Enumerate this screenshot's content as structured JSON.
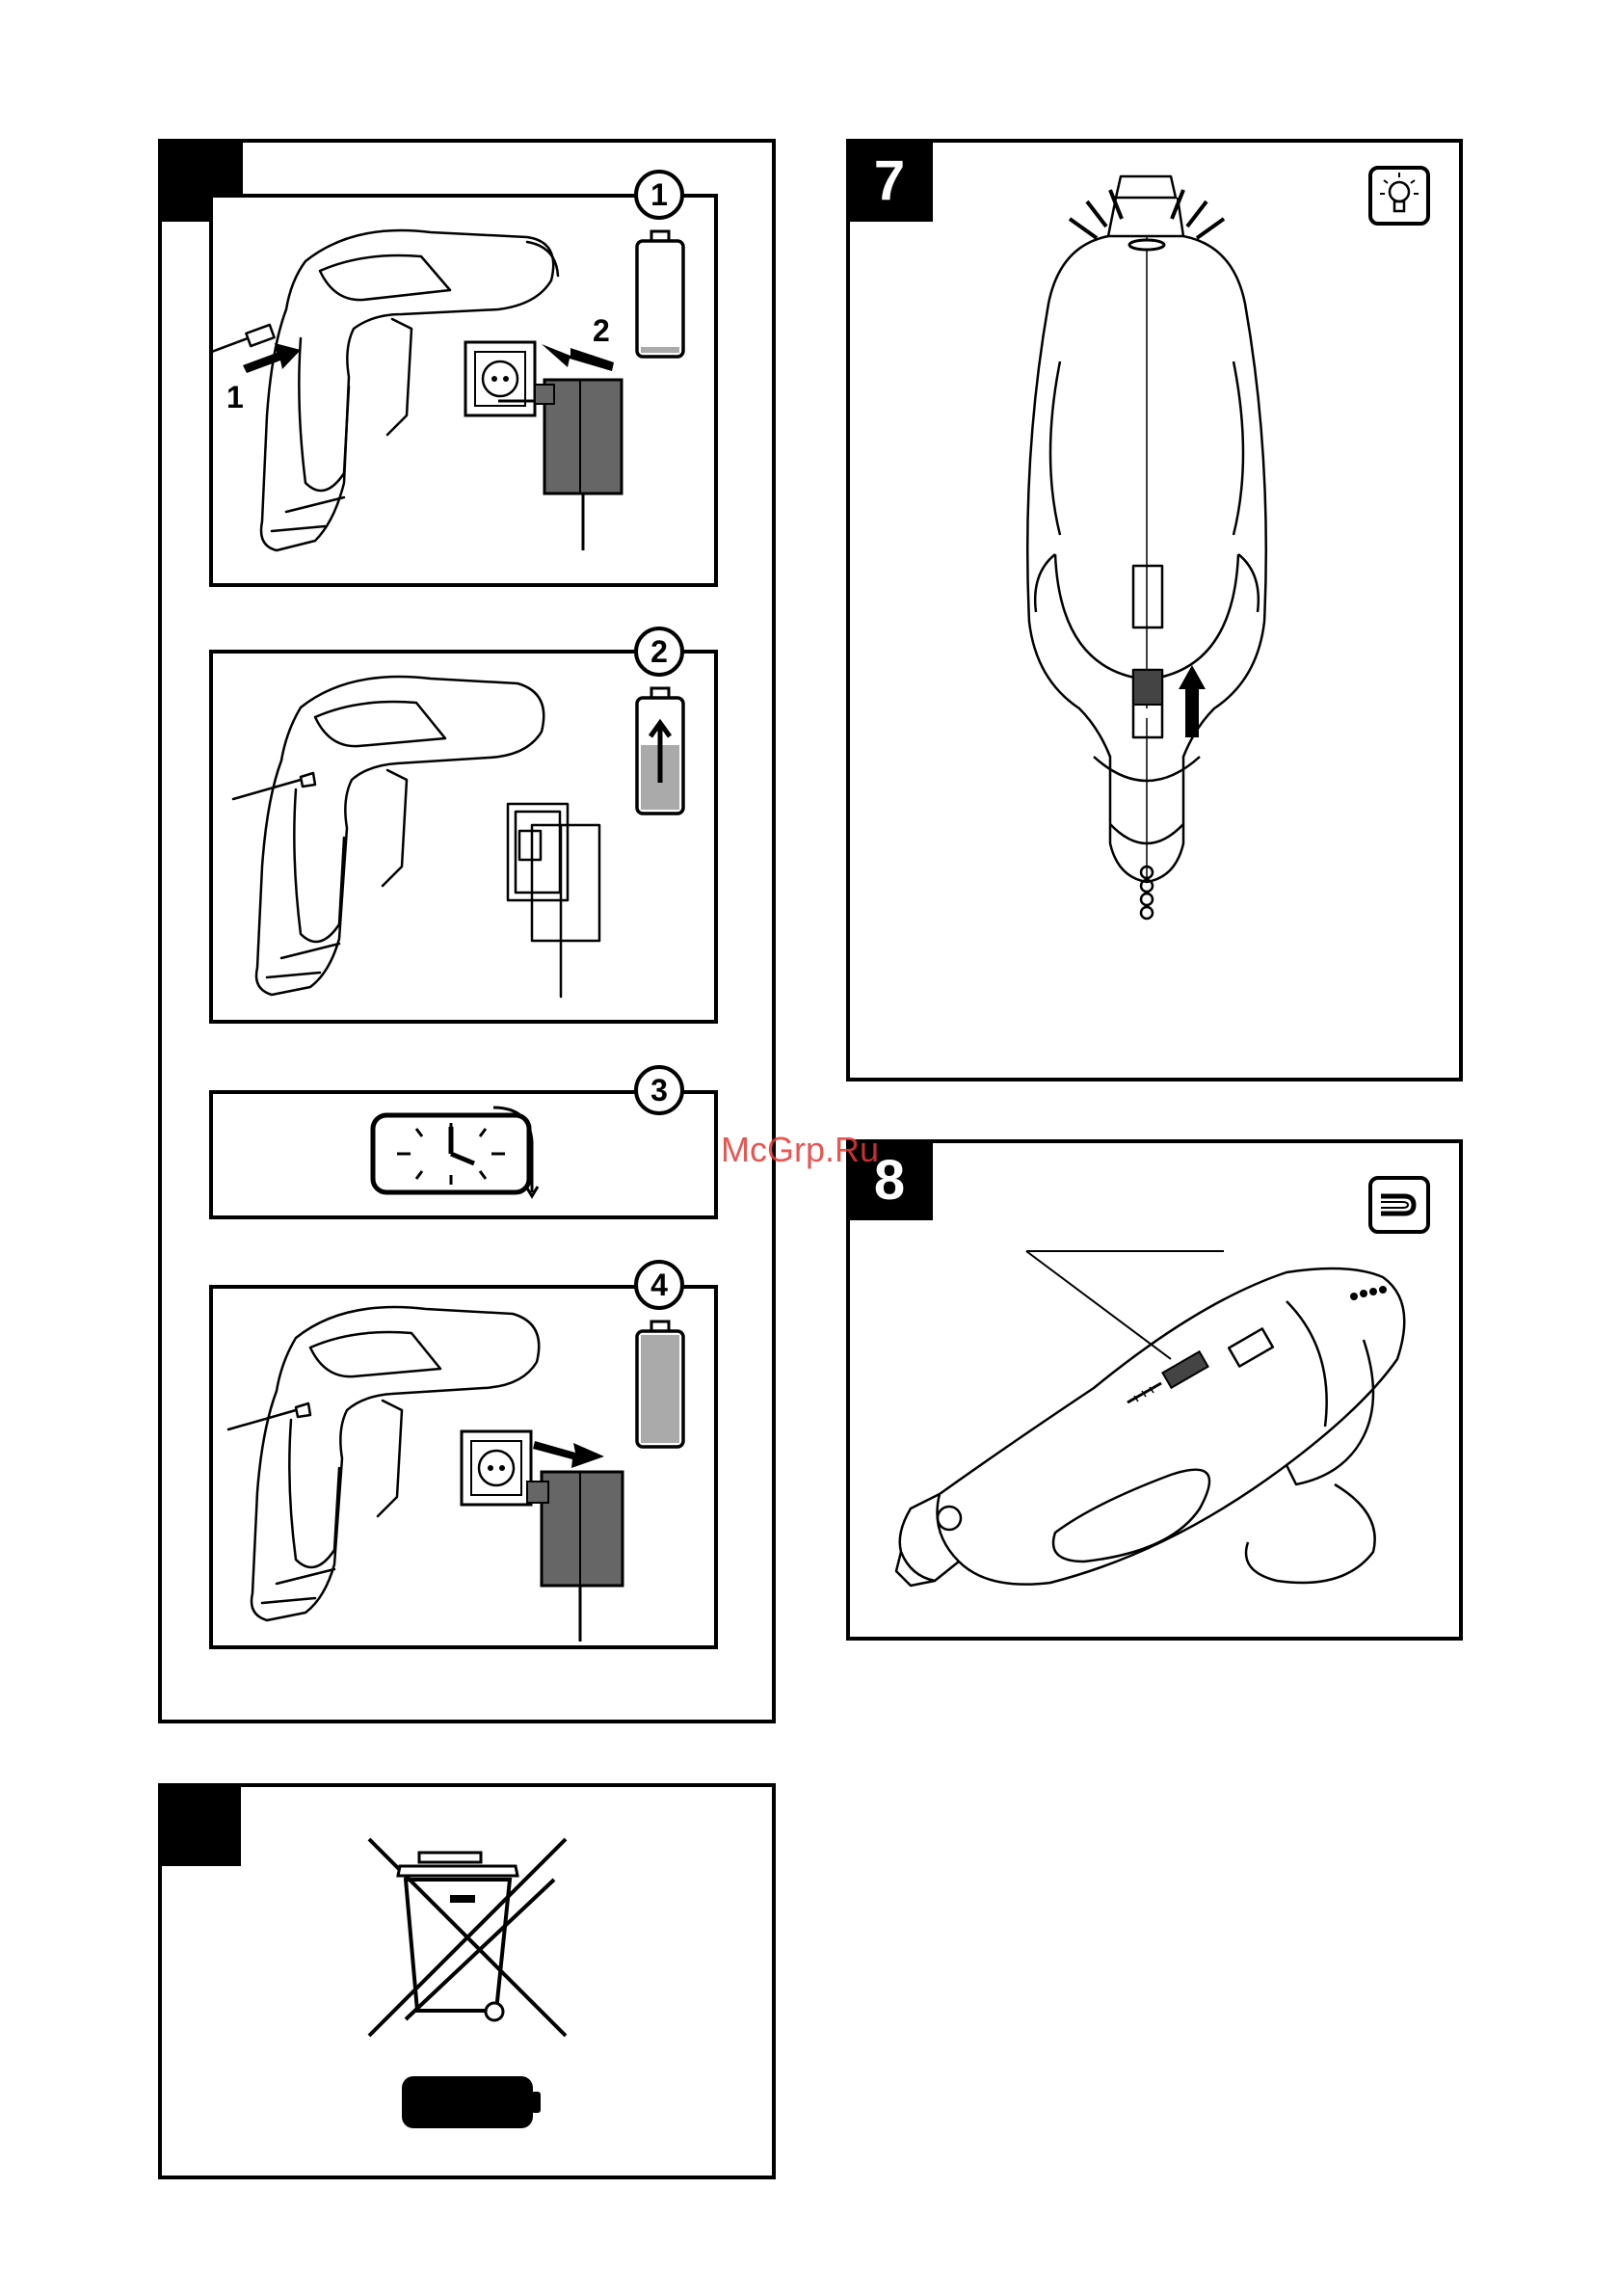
{
  "panels": {
    "main": {
      "tab_label": ""
    },
    "disposal": {
      "tab_label": ""
    },
    "light": {
      "tab_label": "7",
      "icon": "light-bulb-icon"
    },
    "bit_storage": {
      "tab_label": "8",
      "icon": "bit-storage-icon"
    }
  },
  "steps": [
    {
      "number": "1",
      "arrow_1": "1",
      "arrow_2": "2",
      "battery_level": 0.05
    },
    {
      "number": "2",
      "battery_level": 0.6
    },
    {
      "number": "3"
    },
    {
      "number": "4",
      "battery_level": 1.0
    }
  ],
  "watermark": "McGrp.Ru",
  "colors": {
    "ink": "#000000",
    "battery_fill": "#aaaaaa",
    "charger": "#666666",
    "watermark": "#e53935"
  }
}
